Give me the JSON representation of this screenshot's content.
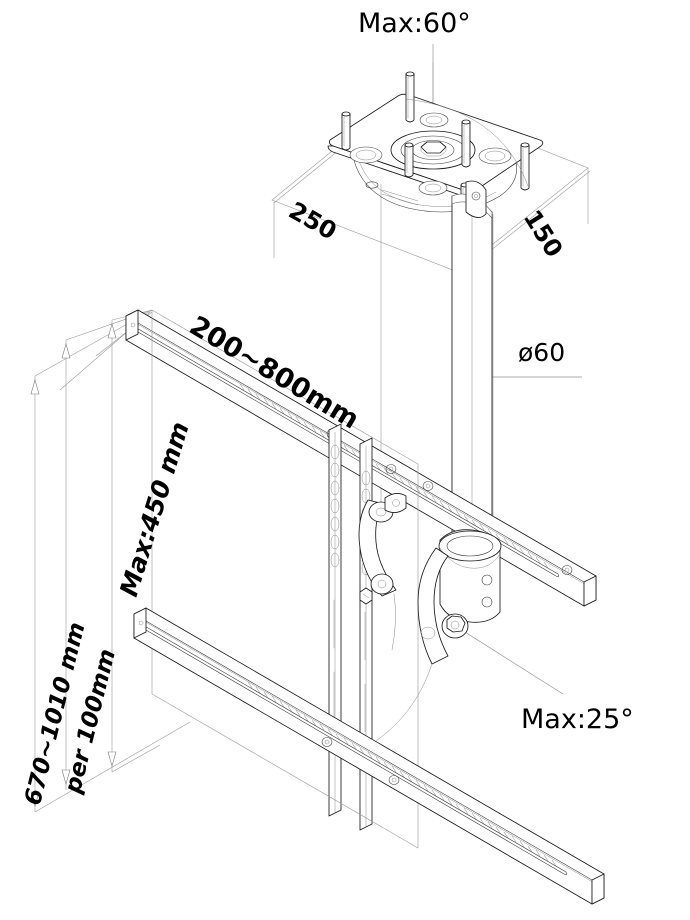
{
  "document": {
    "type": "technical-line-drawing",
    "subject": "ceiling mounted flat screen TV bracket",
    "background_color": "#ffffff",
    "line_color": "#1a1a1a",
    "dimension_line_color": "#9a9a9a",
    "text_color": "#000000"
  },
  "annotations": {
    "max_rotation": "Max:60°",
    "max_tilt": "Max:25°",
    "pole_diameter": "ø60",
    "plate_depth": "250",
    "plate_width": "150",
    "pole_length_range": "200~800mm",
    "screen_width_max": "Max:450 mm",
    "drop_height_range": "670~1010 mm",
    "adjust_increment": "per 100mm"
  },
  "parts": {
    "ceiling_plate": {
      "name": "ceiling-mount-plate",
      "bolt_count": 6,
      "hole_count": 4,
      "center_boss": "hex-nut-boss"
    },
    "pole": {
      "name": "extension-pole",
      "diameter_mm": 60,
      "length_min_mm": 200,
      "length_max_mm": 800
    },
    "rails": {
      "name": "screen-mounting-rails",
      "count": 2,
      "orientation": "horizontal-isometric"
    },
    "tilt_mechanism": {
      "name": "tilt-pivot-clamp",
      "max_tilt_deg": 25
    },
    "rotation_mechanism": {
      "name": "rotation-swivel",
      "max_rotation_deg": 60
    }
  }
}
